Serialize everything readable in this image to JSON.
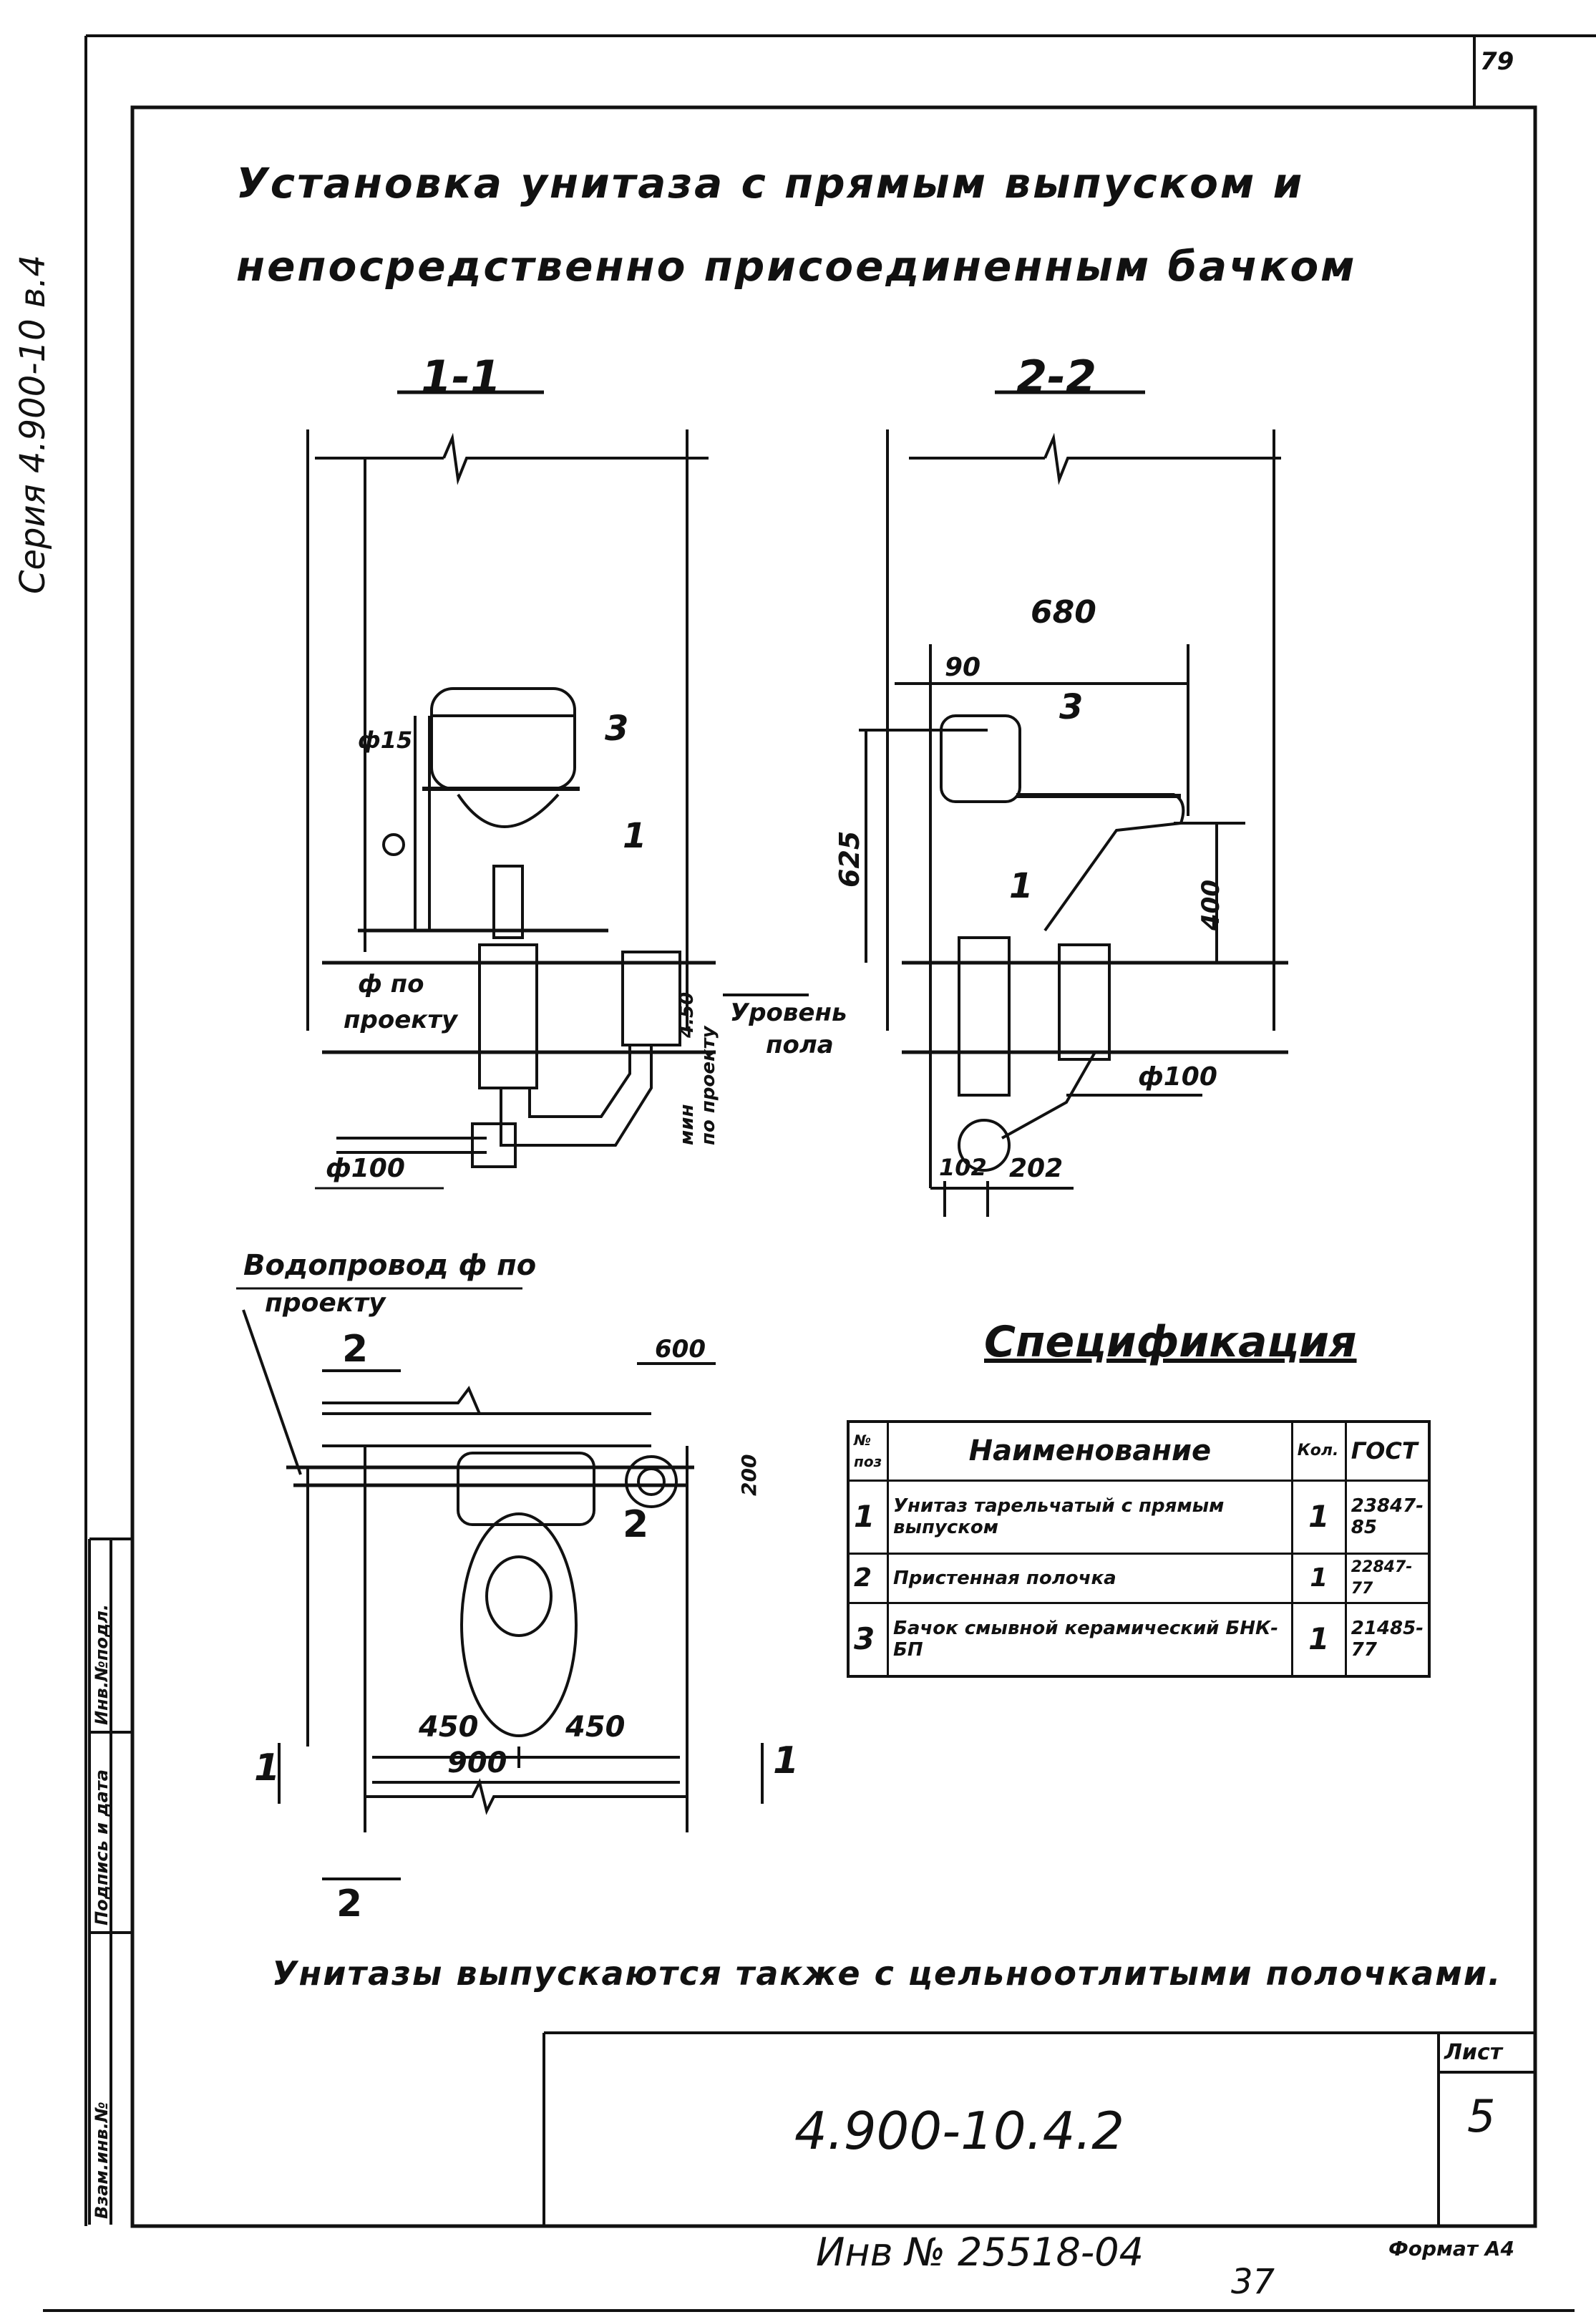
{
  "page_number": "79",
  "side_series": "Серия 4.900-10 в.4",
  "title": {
    "line1": "Установка унитаза с прямым выпуском и",
    "line2": "непосредственно присоединенным бачком"
  },
  "section_1": {
    "label": "1-1",
    "dim_pipe": "ф15",
    "item_3": "3",
    "item_1": "1",
    "pipe_note_1": "ф по",
    "pipe_note_2": "проекту",
    "floor_note_1": "Уровень",
    "floor_note_2": "пола",
    "dim_vert_1": "4.50",
    "dim_vert_2": "по проекту",
    "dim_vert_3": "мин",
    "dim_bottom": "ф100"
  },
  "section_2": {
    "label": "2-2",
    "dim_680": "680",
    "dim_90": "90",
    "item_3": "3",
    "item_1": "1",
    "dim_625": "625",
    "dim_400": "400",
    "dim_d100": "ф100",
    "dim_102": "102",
    "dim_202": "202"
  },
  "plan": {
    "water_note_1": "Водопровод ф по",
    "water_note_2": "проекту",
    "section_mark_2_top": "2",
    "section_mark_2_bottom": "2",
    "section_mark_1_left": "1",
    "section_mark_1_right": "1",
    "item_2": "2",
    "dim_600": "600",
    "dim_200": "200",
    "dim_450_left": "450",
    "dim_450_right": "450",
    "dim_900": "900"
  },
  "spec": {
    "heading": "Спецификация",
    "headers": [
      "№ поз",
      "Наименование",
      "Кол.",
      "ГОСТ"
    ],
    "rows": [
      {
        "pos": "1",
        "name": "Унитаз тарельчатый с прямым выпуском",
        "qty": "1",
        "gost": "23847-85"
      },
      {
        "pos": "2",
        "name": "Пристенная полочка",
        "qty": "1",
        "gost": "22847-77"
      },
      {
        "pos": "3",
        "name": "Бачок смывной керамический БНК-БП",
        "qty": "1",
        "gost": "21485-77"
      }
    ]
  },
  "note": "Унитазы выпускаются также с цельноотлитыми полочками.",
  "stamp_labels": [
    "Инв.№подл.",
    "Подпись и дата",
    "Взам.инв.№"
  ],
  "title_block": {
    "doc_code": "4.900-10.4.2",
    "sheet_label": "Лист",
    "sheet_number": "5"
  },
  "footer": {
    "inv": "Инв № 25518-04",
    "page": "37",
    "format": "Формат А4"
  }
}
